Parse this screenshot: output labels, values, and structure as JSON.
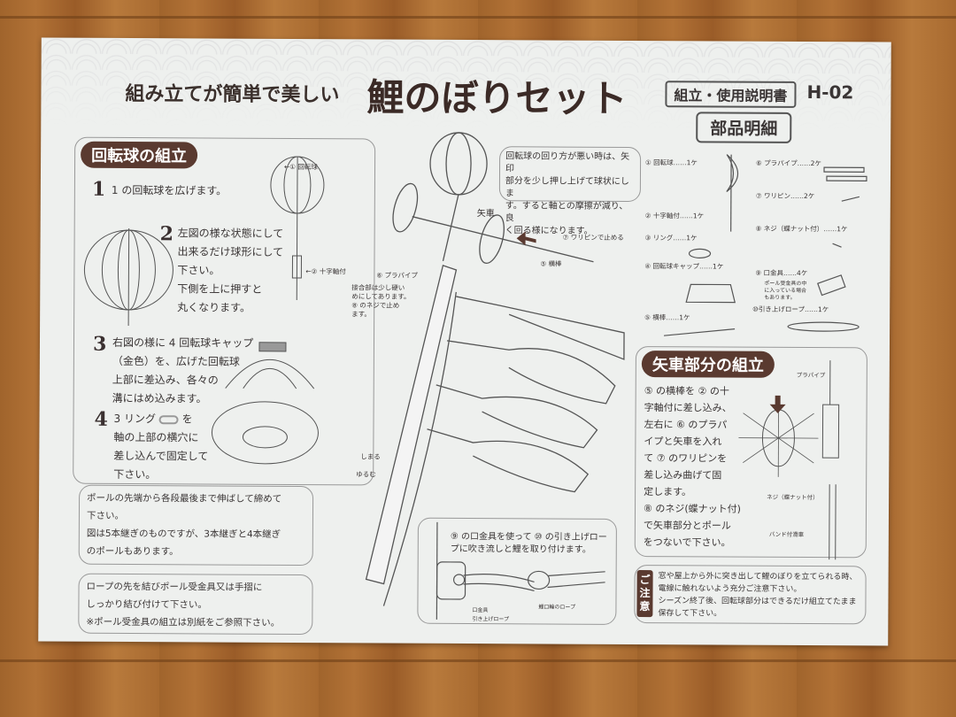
{
  "header": {
    "subtitle": "組み立てが簡単で美しい",
    "title": "鯉のぼりセット",
    "manual_label": "組立・使用説明書",
    "model": "H-02",
    "parts_heading": "部品明細"
  },
  "sphere_assembly": {
    "heading": "回転球の組立",
    "steps": [
      {
        "num": "1",
        "text": "1 の回転球を広げます。"
      },
      {
        "num": "2",
        "lines": [
          "左図の様な状態にして",
          "出来るだけ球形にして",
          "下さい。",
          "下側を上に押すと",
          "丸くなります。"
        ]
      },
      {
        "num": "3",
        "lines": [
          "右図の様に 4 回転球キャップ",
          "（金色）を、広げた回転球",
          "上部に差込み、各々の",
          "溝にはめ込みます。"
        ]
      },
      {
        "num": "4",
        "lines": [
          "3 リング",
          "を",
          "軸の上部の横穴に",
          "差し込んで固定して",
          "下さい。"
        ]
      }
    ],
    "labels": {
      "sphere": "←① 回転球",
      "cross_axis": "←② 十字軸付"
    }
  },
  "center": {
    "note": [
      "回転球の回り方が悪い時は、矢印",
      "部分を少し押し上げて球状にしま",
      "す。すると軸との摩擦が減り、良",
      "く回る様になります。"
    ],
    "arrow_wheel": "矢車",
    "pin_label": "⑦ ワリピンで止める",
    "bar_label": "⑤ 横棒",
    "pipe_label": "⑥ プラパイプ",
    "pipe_note": [
      "接合部は少し硬い",
      "めにしてあります。",
      "⑧ のネジで止め",
      "ます。"
    ],
    "tighten": "しまる",
    "loosen": "ゆるむ"
  },
  "parts": [
    {
      "name": "① 回転球……1ケ"
    },
    {
      "name": "② 十字軸付……1ケ"
    },
    {
      "name": "③ リング……1ケ"
    },
    {
      "name": "④ 回転球キャップ……1ケ"
    },
    {
      "name": "⑤ 横棒……1ケ"
    },
    {
      "name": "⑥ プラパイプ……2ケ"
    },
    {
      "name": "⑦ ワリピン……2ケ"
    },
    {
      "name": "⑧ ネジ（蝶ナット付）……1ケ"
    },
    {
      "name": "⑨ 口金具……4ケ"
    },
    {
      "name": "⑩引き上げロープ……1ケ"
    }
  ],
  "parts_note": [
    "ポール受金具の中",
    "に入っている場合",
    "もあります。"
  ],
  "wheel_assembly": {
    "heading": "矢車部分の組立",
    "lines": [
      "⑤ の横棒を ② の十",
      "字軸付に差し込み、",
      "左右に ⑥ のプラパ",
      "イプと矢車を入れ",
      "て ⑦ のワリピンを",
      "差し込み曲げて固",
      "定します。",
      "⑧ のネジ(蝶ナット付)",
      "で矢車部分とポール",
      "をつないで下さい。"
    ],
    "labels": {
      "pipe": "プラパイプ",
      "screw": "ネジ（蝶ナット付）",
      "pulley": "バンド付滑車"
    }
  },
  "caution": {
    "tag": "ご注意",
    "lines": [
      "窓や屋上から外に突き出して鯉のぼりを立てられる時、",
      "電線に触れないよう充分ご注意下さい。",
      "シーズン終了後、回転球部分はできるだけ組立てたまま",
      "保存して下さい。"
    ]
  },
  "pole_note": [
    "ポールの先端から各段最後まで伸ばして締めて",
    "下さい。",
    "図は5本継ぎのものですが、3本継ぎと4本継ぎ",
    "のポールもあります。"
  ],
  "rope_note": [
    "ロープの先を結びポール受金具又は手摺に",
    "しっかり結び付けて下さい。",
    "※ポール受金具の組立は別紙をご参照下さい。"
  ],
  "clasp": {
    "lines": [
      "⑨ の口金具を使って ⑩ の引き上げロー",
      "プに吹き流しと鯉を取り付けます。"
    ],
    "labels": {
      "clasp": "口金具",
      "rope": "引き上げロープ",
      "carp_rope": "鯉口輪のロープ"
    }
  },
  "colors": {
    "accent": "#5a3a30",
    "paper": "#eef0ee",
    "wood": "#a86a30"
  }
}
